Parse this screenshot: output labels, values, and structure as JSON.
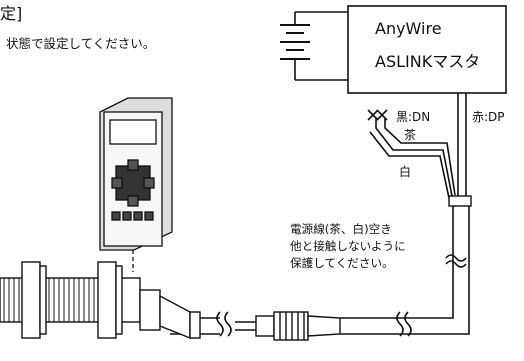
{
  "header": {
    "bracket_text": "定]",
    "instruction": "状態で設定してください。"
  },
  "master_box": {
    "line1": "AnyWire",
    "line2": "ASLINKマスタ"
  },
  "wire_labels": {
    "black": "黒:DN",
    "red": "赤:DP",
    "brown": "茶",
    "white": "白"
  },
  "note": {
    "line1": "電源線(茶、白)空き",
    "line2": "他と接触しないように",
    "line3": "保護してください。"
  },
  "figure_items": [
    "power-supply-icon",
    "handheld-programmer",
    "cylindrical-sensor",
    "cable-connector"
  ]
}
